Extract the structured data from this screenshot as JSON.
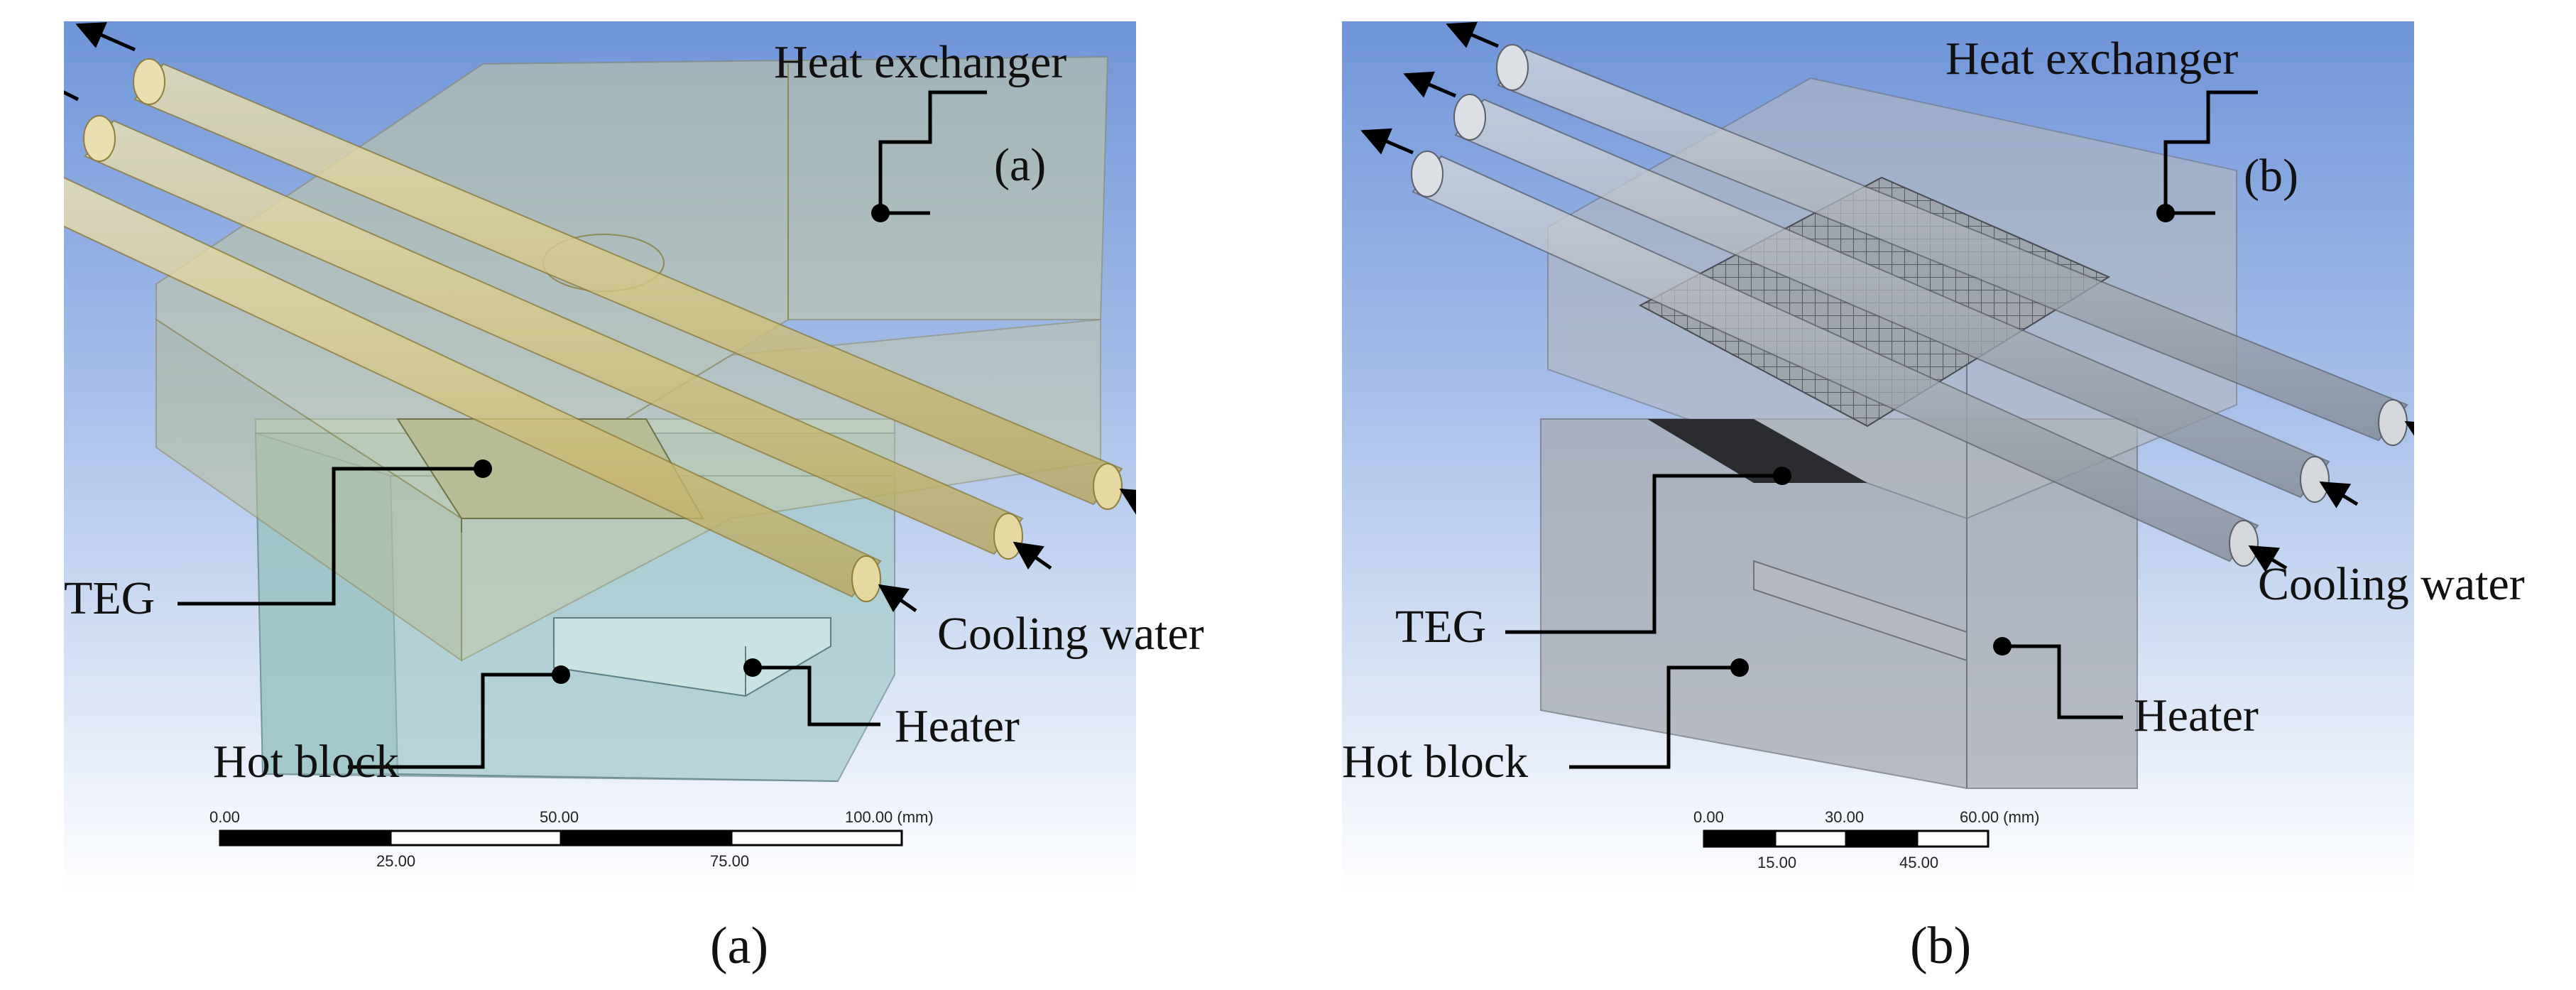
{
  "figure": {
    "caption_a": "(a)",
    "caption_b": "(b)"
  },
  "panel_a": {
    "tag": "(a)",
    "labels": {
      "heat_exchanger": "Heat exchanger",
      "teg": "TEG",
      "cooling_water": "Cooling water",
      "hot_block": "Hot block",
      "heater": "Heater"
    },
    "scale": {
      "top": [
        "0.00",
        "50.00",
        "100.00 (mm)"
      ],
      "bottom": [
        "25.00",
        "75.00"
      ]
    }
  },
  "panel_b": {
    "tag": "(b)",
    "labels": {
      "heat_exchanger": "Heat exchanger",
      "teg": "TEG",
      "cooling_water": "Cooling water",
      "hot_block": "Hot block",
      "heater": "Heater"
    },
    "scale": {
      "top": [
        "0.00",
        "30.00",
        "60.00 (mm)"
      ],
      "bottom": [
        "15.00",
        "45.00"
      ]
    }
  },
  "colors": {
    "bg_top": "#6f95d8",
    "bg_bottom": "#ffffff",
    "pipe_a": "#d8c98a",
    "hot_block_a": "#a9cfcf",
    "grey_body_b": "#a8acb3"
  }
}
